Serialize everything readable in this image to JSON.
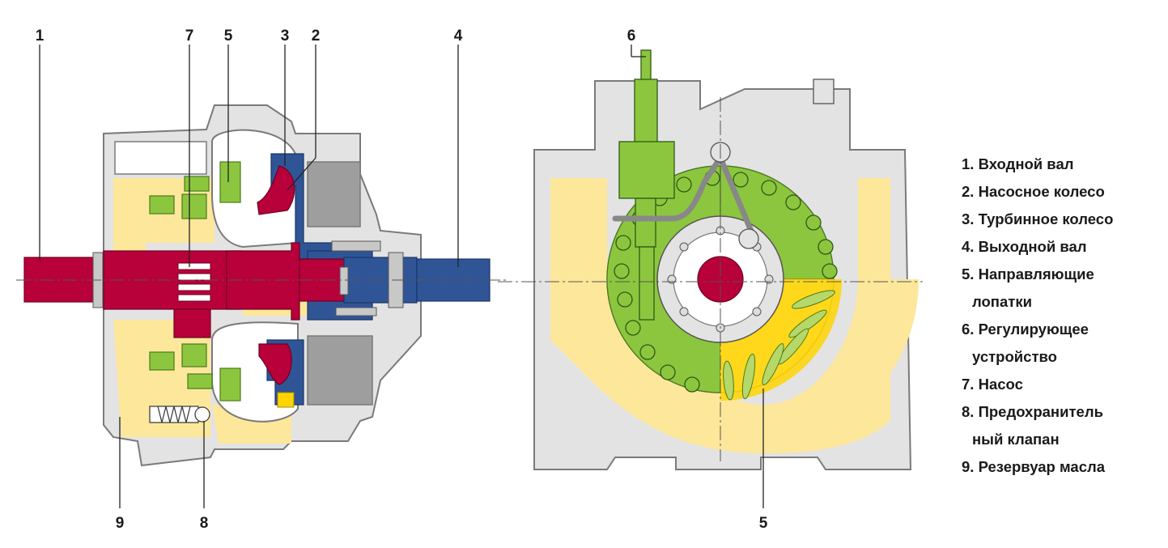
{
  "colors": {
    "input_shaft": "#b8003a",
    "output_shaft": "#2f5597",
    "guide_vanes": "#8cc63f",
    "oil": "#fde79a",
    "housing": "#e3e3e3",
    "housing_line": "#7a7a7a",
    "accent_yellow": "#ffd400",
    "dark_steel": "#9e9e9e"
  },
  "callouts": {
    "left_top": [
      "1",
      "7",
      "5",
      "3",
      "2",
      "4"
    ],
    "left_bottom": [
      "9",
      "8"
    ],
    "right_top": [
      "6"
    ],
    "right_bottom": [
      "5"
    ]
  },
  "legend": [
    {
      "num": "1.",
      "text": "Входной вал",
      "cont": ""
    },
    {
      "num": "2.",
      "text": "Насосное колесо",
      "cont": ""
    },
    {
      "num": "3.",
      "text": "Турбинное колесо",
      "cont": ""
    },
    {
      "num": "4.",
      "text": "Выходной вал",
      "cont": ""
    },
    {
      "num": "5.",
      "text": "Направляющие",
      "cont": "лопатки"
    },
    {
      "num": "6.",
      "text": "Регулирующее",
      "cont": "устройство"
    },
    {
      "num": "7.",
      "text": "Насос",
      "cont": ""
    },
    {
      "num": "8.",
      "text": "Предохранитель",
      "cont": "ный клапан"
    },
    {
      "num": "9.",
      "text": "Резервуар масла",
      "cont": ""
    }
  ]
}
